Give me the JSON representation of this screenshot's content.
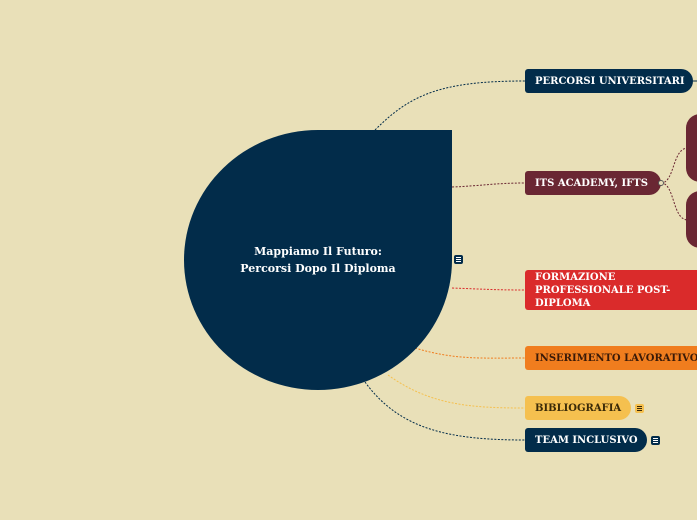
{
  "map": {
    "central_topic": "Mappiamo Il Futuro: Percorsi Dopo Il Diploma",
    "branches": [
      {
        "id": "univ",
        "label": "PERCORSI UNIVERSITARI",
        "color": "#022c4a"
      },
      {
        "id": "its",
        "label": "ITS ACADEMY, IFTS",
        "color": "#6a2733"
      },
      {
        "id": "form",
        "label": "FORMAZIONE PROFESSIONALE POST-DIPLOMA",
        "color": "#da2b2b"
      },
      {
        "id": "inser",
        "label": "INSERIMENTO LAVORATIVO",
        "color": "#f07d1e"
      },
      {
        "id": "bib",
        "label": "BIBLIOGRAFIA",
        "color": "#f5c04f"
      },
      {
        "id": "team",
        "label": "TEAM INCLUSIVO",
        "color": "#022c4a"
      }
    ]
  },
  "colors": {
    "background": "#e9e0b8",
    "central": "#022c4a"
  },
  "icons": {
    "note": "note-icon",
    "collapse": "collapse-knob"
  }
}
